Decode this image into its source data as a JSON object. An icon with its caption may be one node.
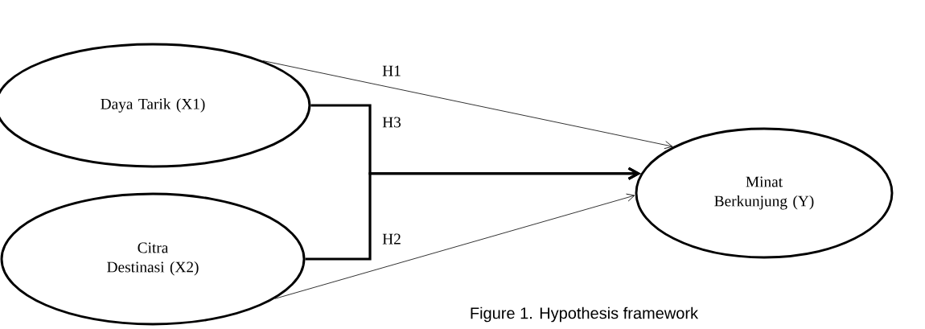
{
  "diagram": {
    "caption": "Figure 1. Hypothesis framework",
    "nodes": [
      {
        "text": [
          "Daya Tarik (X1)"
        ]
      },
      {
        "text": [
          "Citra Destinasi (X2)"
        ]
      },
      {
        "text": [
          "Minat Berkunjung (Y)"
        ]
      }
    ],
    "edges": [
      {
        "from": 0,
        "to": 2,
        "arrow": "to",
        "label": "H1"
      },
      {
        "from": 1,
        "to": 2,
        "arrow": "to",
        "label": "H2"
      },
      {
        "from": 0,
        "to": 2,
        "arrow": "to",
        "label": "H3",
        "style": "thick"
      },
      {
        "from": 1,
        "to": 2,
        "arrow": "to",
        "style": "thick"
      }
    ]
  }
}
